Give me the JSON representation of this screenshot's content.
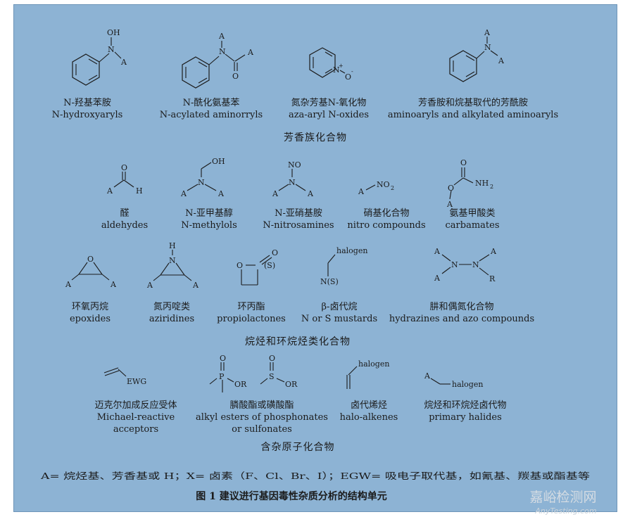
{
  "figure": {
    "caption": "图 1   建议进行基因毒性杂质分析的结构单元",
    "footnote": "A= 烷烃基、芳香基或 H；X= 卤素（F、Cl、Br、I）；EGW= 吸电子取代基，如氰基、羰基或酯基等",
    "watermark": {
      "cn": "嘉峪检测网",
      "en": "AnyTesting.com"
    },
    "categories": {
      "aromatic": "芳香族化合物",
      "alkyl": "烷烃和环烷烃类化合物",
      "hetero": "含杂原子化合物"
    },
    "structures": [
      {
        "cn": "N-羟基苯胺",
        "en": "N-hydroxyaryls"
      },
      {
        "cn": "N-酰化氨基苯",
        "en": "N-acylated aminorryls"
      },
      {
        "cn": "氮杂芳基N-氧化物",
        "en": "aza-aryl N-oxides"
      },
      {
        "cn": "芳香胺和烷基取代的芳酰胺",
        "en": "aminoaryls and alkylated aminoaryls"
      },
      {
        "cn": "醛",
        "en": "aldehydes"
      },
      {
        "cn": "N-亚甲基醇",
        "en": "N-methylols"
      },
      {
        "cn": "N-亚硝基胺",
        "en": "N-nitrosamines"
      },
      {
        "cn": "硝基化合物",
        "en": "nitro compounds"
      },
      {
        "cn": "氨基甲酸类",
        "en": "carbamates"
      },
      {
        "cn": "环氧丙烷",
        "en": "epoxides"
      },
      {
        "cn": "氮丙啶类",
        "en": "aziridines"
      },
      {
        "cn": "环丙酯",
        "en": "propiolactones"
      },
      {
        "cn": "β-卤代烷",
        "en": "N or S mustards"
      },
      {
        "cn": "肼和偶氮化合物",
        "en": "hydrazines and azo compounds"
      },
      {
        "cn": "迈克尔加成反应受体",
        "en": "Michael-reactive",
        "en2": "acceptors"
      },
      {
        "cn": "膦酸酯或磺酸酯",
        "en": "alkyl esters of phosphonates",
        "en2": "or sulfonates"
      },
      {
        "cn": "卤代烯烃",
        "en": "halo-alkenes"
      },
      {
        "cn": "烷烃和环烷烃卤代物",
        "en": "primary halides"
      }
    ],
    "atoms": {
      "OH": "OH",
      "N": "N",
      "A": "A",
      "O": "O",
      "H": "H",
      "NO": "NO",
      "NO2": "NO",
      "two": "2",
      "NH2": "NH",
      "S_paren": "(S)",
      "N_S": "N(S)",
      "halogen": "halogen",
      "R": "R",
      "EWG": "EWG",
      "OR": "OR",
      "P": "P",
      "S": "S",
      "plus": "+",
      "minus": "-"
    }
  }
}
